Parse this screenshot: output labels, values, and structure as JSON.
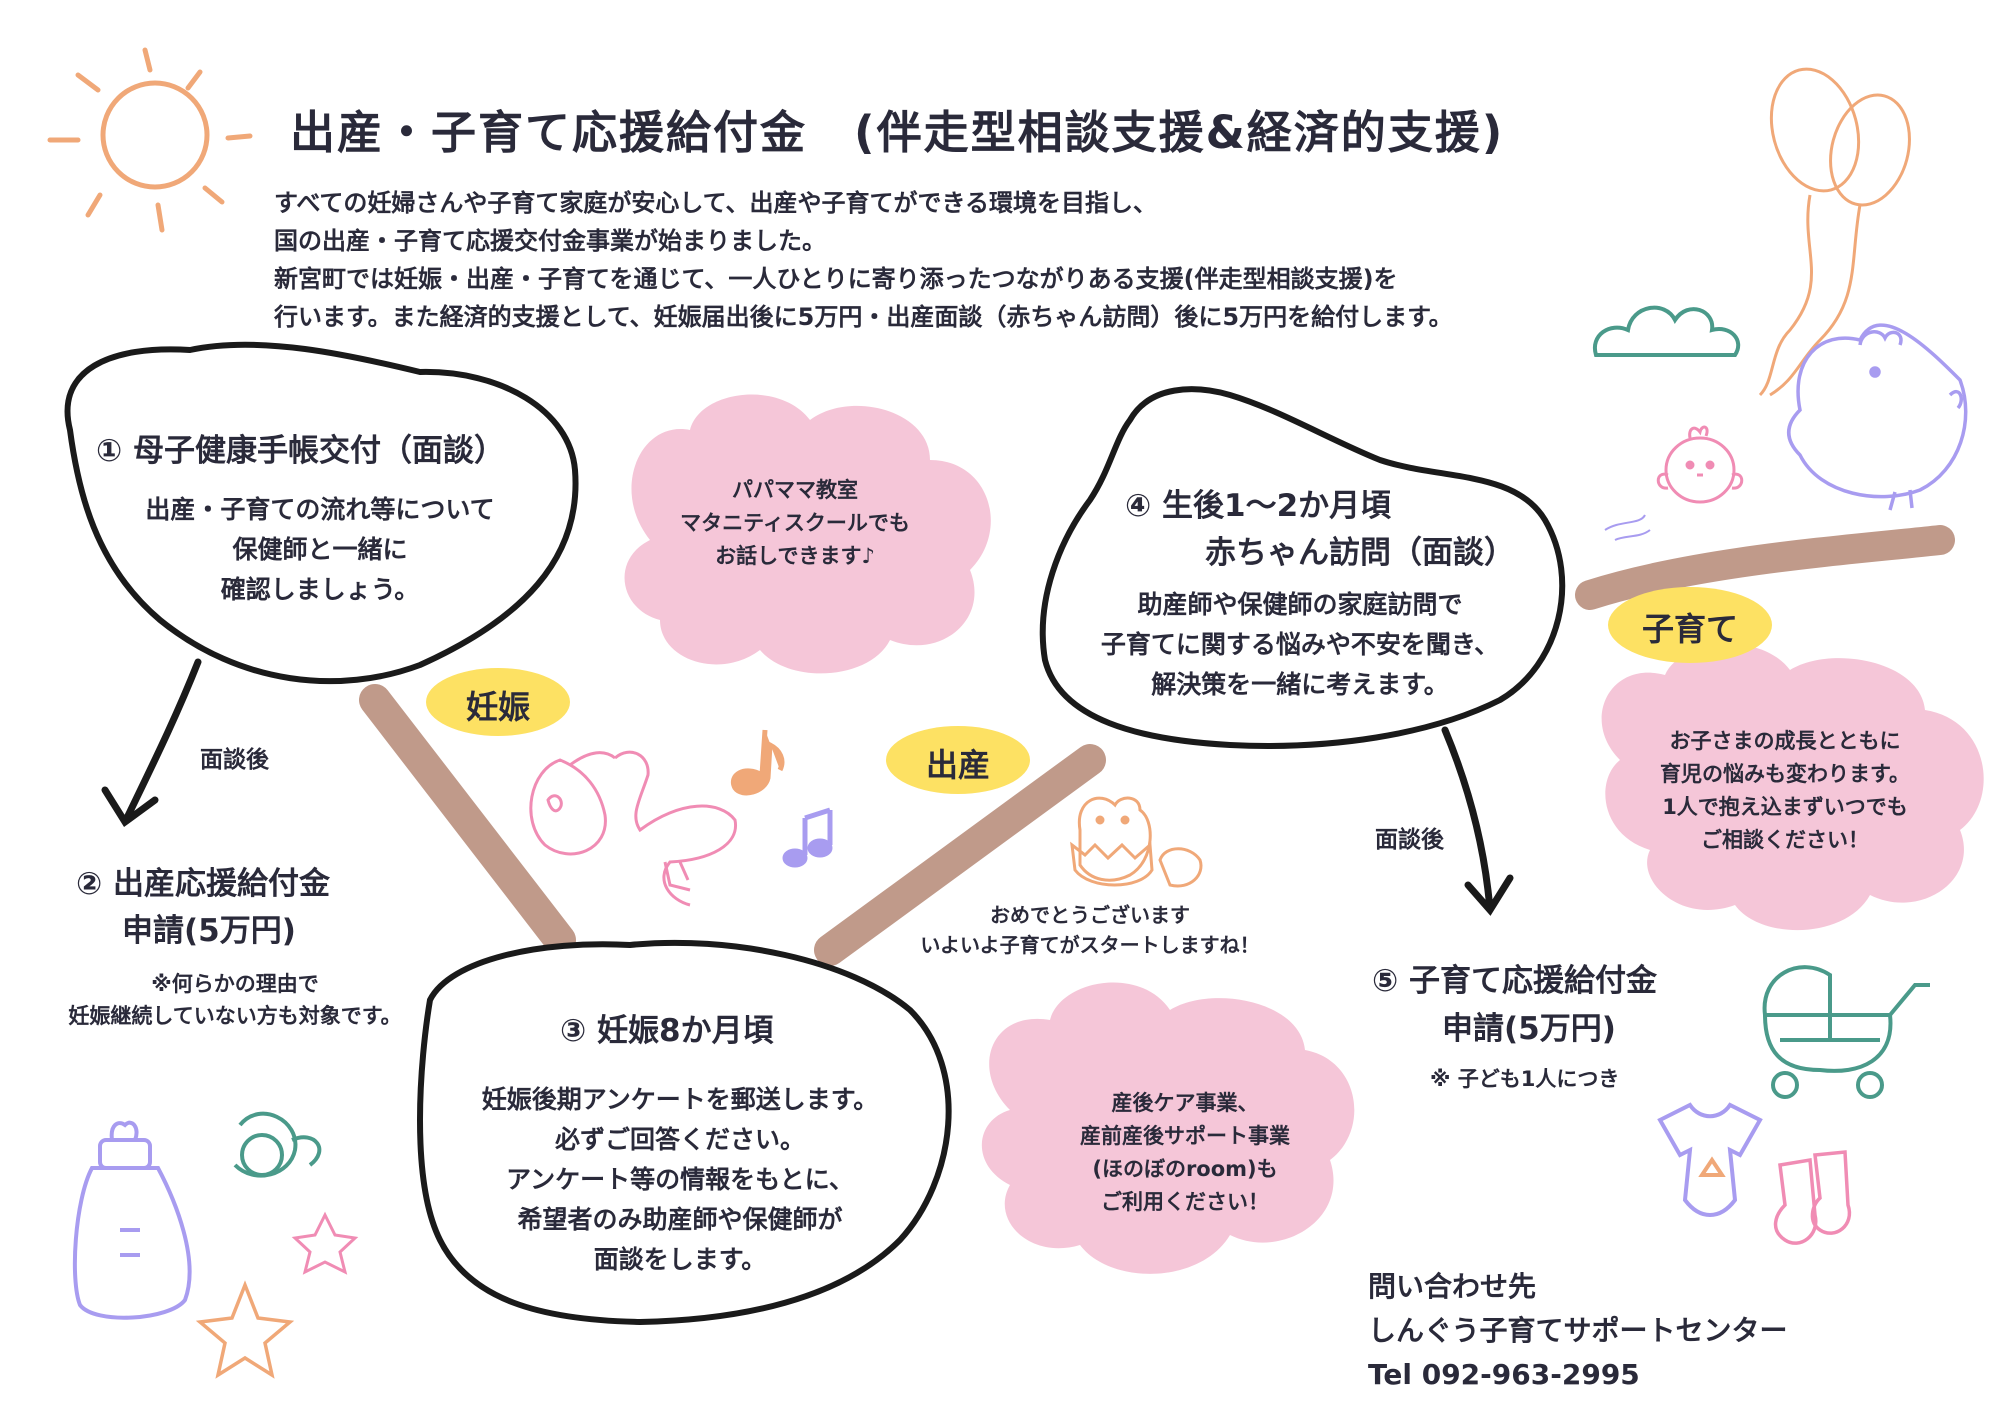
{
  "title": "出産・子育て応援給付金　(伴走型相談支援&経済的支援)",
  "intro": [
    "すべての妊婦さんや子育て家庭が安心して、出産や子育てができる環境を目指し、",
    "国の出産・子育て応援交付金事業が始まりました。",
    "新宮町では妊娠・出産・子育てを通じて、一人ひとりに寄り添ったつながりある支援(伴走型相談支援)を",
    "行います。また経済的支援として、妊娠届出後に5万円・出産面談（赤ちゃん訪問）後に5万円を給付します。"
  ],
  "step1": {
    "heading": "① 母子健康手帳交付（面談）",
    "body": [
      "出産・子育ての流れ等について",
      "保健師と一緒に",
      "確認しましょう。"
    ]
  },
  "step2": {
    "heading_line1": "② 出産応援給付金",
    "heading_line2": "申請(5万円)",
    "note": [
      "※何らかの理由で",
      "妊娠継続していない方も対象です。"
    ]
  },
  "step3": {
    "heading": "③ 妊娠8か月頃",
    "body": [
      "妊娠後期アンケートを郵送します。",
      "必ずご回答ください。",
      "アンケート等の情報をもとに、",
      "希望者のみ助産師や保健師が",
      "面談をします。"
    ]
  },
  "step4": {
    "heading_line1": "④ 生後1～2か月頃",
    "heading_line2": "赤ちゃん訪問（面談）",
    "body": [
      "助産師や保健師の家庭訪問で",
      "子育てに関する悩みや不安を聞き、",
      "解決策を一緒に考えます。"
    ]
  },
  "step5": {
    "heading_line1": "⑤ 子育て応援給付金",
    "heading_line2": "申請(5万円)",
    "note": "※ 子ども1人につき"
  },
  "after_interview_label": "面談後",
  "tags": {
    "pregnancy": "妊娠",
    "birth": "出産",
    "childcare": "子育て"
  },
  "clouds": {
    "papamama": [
      "パパママ教室",
      "マタニティスクールでも",
      "お話しできます♪"
    ],
    "postnatal": [
      "産後ケア事業、",
      "産前産後サポート事業",
      "(ほのぼのroom)も",
      "ご利用ください！"
    ],
    "growth": [
      "お子さまの成長とともに",
      "育児の悩みも変わります。",
      "1人で抱え込まずいつでも",
      "ご相談ください！"
    ]
  },
  "congrats": [
    "おめでとうございます",
    "いよいよ子育てがスタートしますね！"
  ],
  "contact": {
    "label": "問い合わせ先",
    "org": "しんぐう子育てサポートセンター",
    "tel": "Tel  092-963-2995"
  },
  "colors": {
    "text": "#2a2a3a",
    "pink_cloud": "#f5c6d8",
    "tag_yellow": "#fde163",
    "road_brown": "#c09a8a",
    "sun_orange": "#f0a878",
    "lavender": "#a89cf0",
    "teal": "#4a9a8a",
    "pink_line": "#f08cb4"
  },
  "icons": [
    "sun-icon",
    "balloon-icon",
    "cloud-outline-icon",
    "hen-icon",
    "chick-icon",
    "stork-icon",
    "music-note-icon",
    "hatching-chick-icon",
    "baby-bottle-icon",
    "pacifier-icon",
    "star-icon",
    "stroller-icon",
    "onesie-icon",
    "baby-socks-icon"
  ]
}
